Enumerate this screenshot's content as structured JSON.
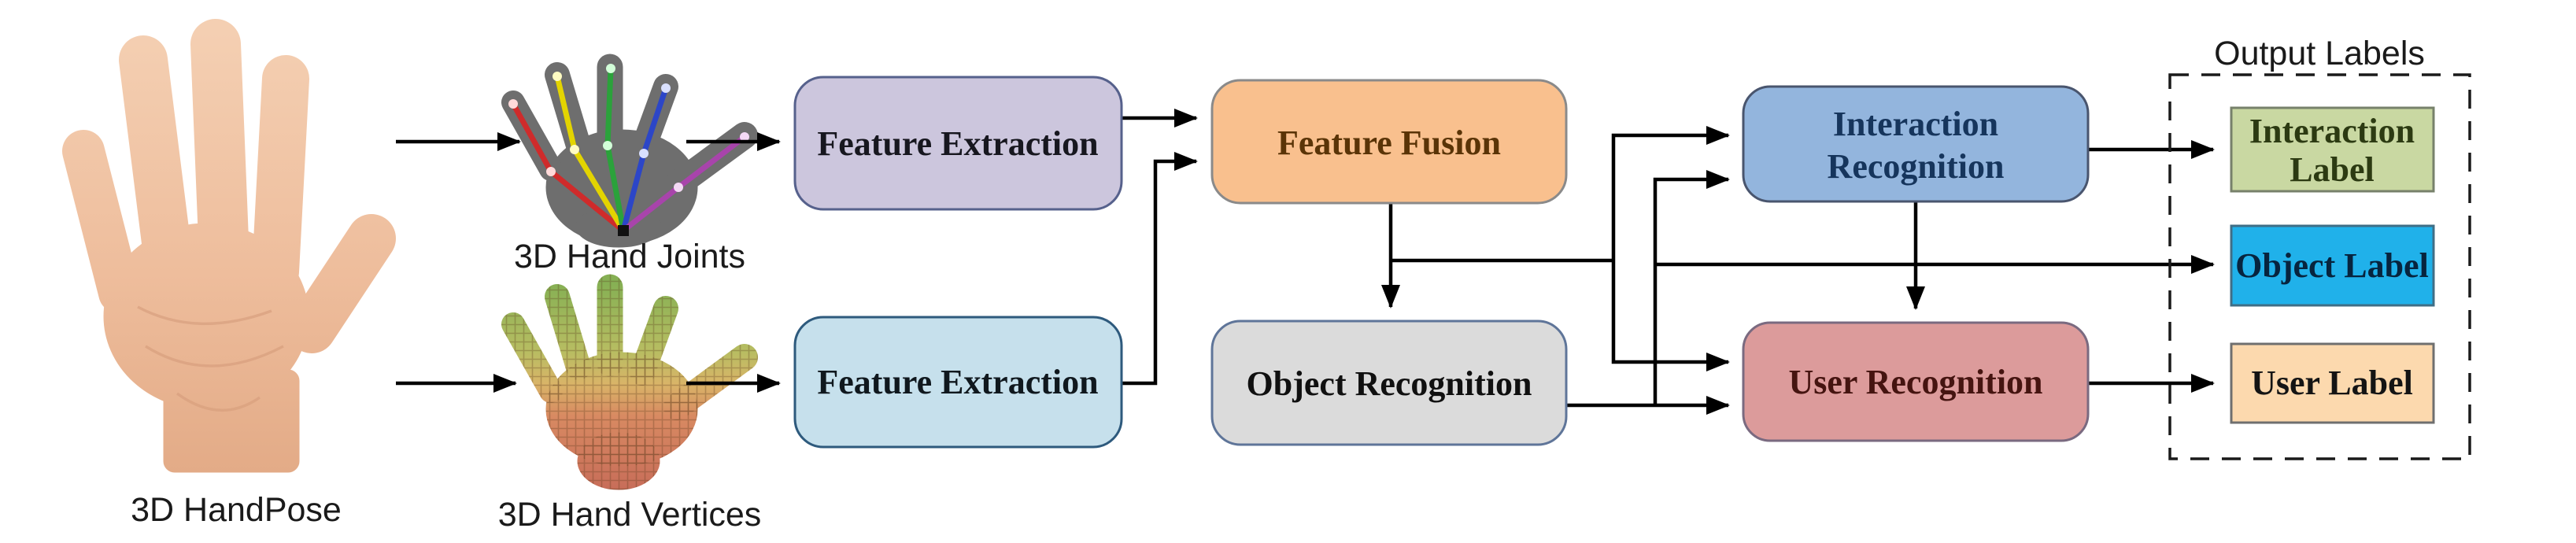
{
  "figure": {
    "captions": {
      "hand_pose": "3D HandPose",
      "hand_joints": "3D Hand Joints",
      "hand_vertices": "3D Hand Vertices",
      "output_labels_title": "Output Labels"
    },
    "boxes": {
      "feature_extraction_top": {
        "label": "Feature Extraction",
        "fill": "#ccc6dd",
        "text_color": "#17171f"
      },
      "feature_extraction_bottom": {
        "label": "Feature Extraction",
        "fill": "#c6e0ec",
        "text_color": "#10181e"
      },
      "feature_fusion": {
        "label": "Feature Fusion",
        "fill": "#f9c08e",
        "text_color": "#5a3407"
      },
      "object_recognition": {
        "label": "Object Recognition",
        "fill": "#dbdbdb",
        "text_color": "#101010"
      },
      "interaction_recognition": {
        "line1": "Interaction",
        "line2": "Recognition",
        "fill": "#93b5dd",
        "text_color": "#16355c"
      },
      "user_recognition": {
        "label": "User Recognition",
        "fill": "#dc9b9b",
        "text_color": "#451410"
      }
    },
    "output_labels": {
      "interaction_label": {
        "line1": "Interaction",
        "line2": "Label",
        "fill": "#c9d8a2",
        "text_color": "#2c3a12"
      },
      "object_label": {
        "label": "Object Label",
        "fill": "#20b1ea",
        "text_color": "#07243e"
      },
      "user_label": {
        "label": "User Label",
        "fill": "#fcd9ae",
        "text_color": "#141414"
      }
    },
    "line_color": "#000000",
    "edges": [
      {
        "from": "3d-hand-pose",
        "to": "3d-hand-joints"
      },
      {
        "from": "3d-hand-pose",
        "to": "3d-hand-vertices"
      },
      {
        "from": "3d-hand-joints",
        "to": "feature-extraction-top"
      },
      {
        "from": "3d-hand-vertices",
        "to": "feature-extraction-bottom"
      },
      {
        "from": "feature-extraction-top",
        "to": "feature-fusion"
      },
      {
        "from": "feature-extraction-bottom",
        "to": "feature-fusion"
      },
      {
        "from": "feature-fusion",
        "to": "object-recognition"
      },
      {
        "from": "feature-fusion",
        "to": "interaction-recognition"
      },
      {
        "from": "feature-fusion",
        "to": "user-recognition"
      },
      {
        "from": "object-recognition",
        "to": "interaction-recognition"
      },
      {
        "from": "object-recognition",
        "to": "user-recognition"
      },
      {
        "from": "object-recognition",
        "to": "object-label"
      },
      {
        "from": "interaction-recognition",
        "to": "user-recognition"
      },
      {
        "from": "interaction-recognition",
        "to": "interaction-label"
      },
      {
        "from": "user-recognition",
        "to": "user-label"
      }
    ]
  }
}
